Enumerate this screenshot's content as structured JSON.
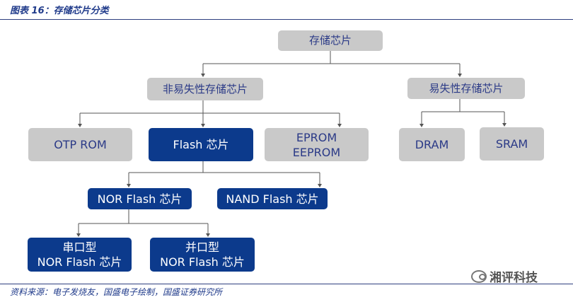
{
  "figure": {
    "title": "图表 16：存储芯片分类",
    "source": "资料来源：电子发烧友，国盛电子绘制，国盛证券研究所",
    "watermark": "湘评科技"
  },
  "nodes": {
    "root": "存储芯片",
    "non_volatile": "非易失性存储芯片",
    "volatile": "易失性存储芯片",
    "otp_rom": "OTP ROM",
    "flash": "Flash 芯片",
    "eprom_line1": "EPROM",
    "eprom_line2": "EEPROM",
    "dram": "DRAM",
    "sram": "SRAM",
    "nor_flash": "NOR Flash 芯片",
    "nand_flash": "NAND Flash 芯片",
    "serial_line1": "串口型",
    "serial_line2": "NOR Flash 芯片",
    "parallel_line1": "并口型",
    "parallel_line2": "NOR Flash 芯片"
  },
  "colors": {
    "highlight_node": "#0c3a8c",
    "normal_node": "#c9c9c9",
    "normal_text": "#2b3a87",
    "connector": "#555555"
  }
}
